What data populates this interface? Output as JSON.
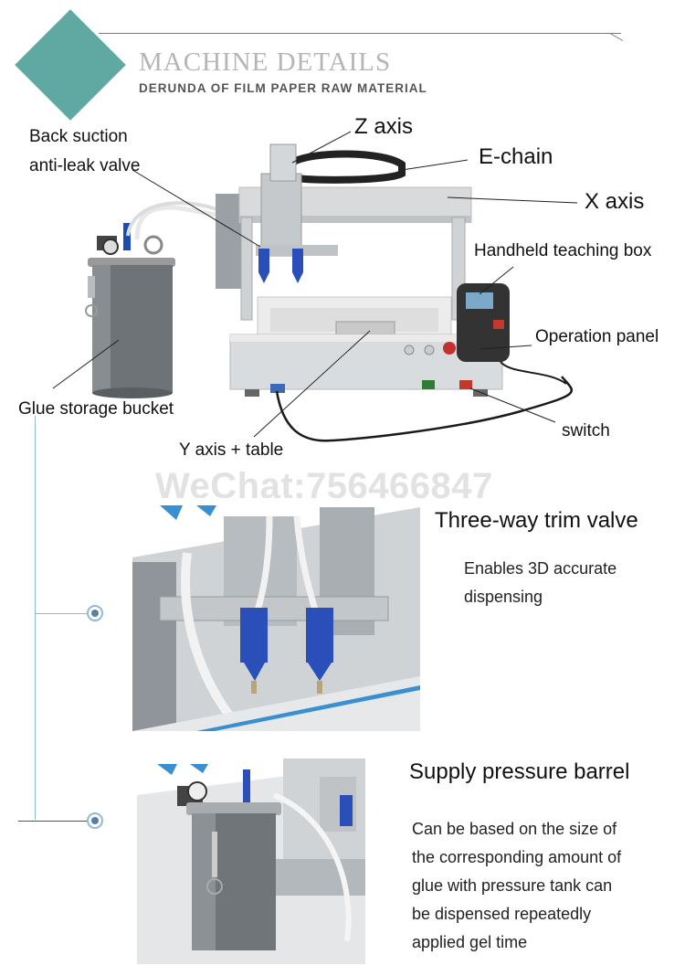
{
  "header": {
    "title": "MACHINE DETAILS",
    "subtitle": "DERUNDA OF FILM PAPER RAW MATERIAL"
  },
  "callouts": {
    "back_suction_line1": "Back suction",
    "back_suction_line2": "anti-leak valve",
    "z_axis": "Z axis",
    "e_chain": "E-chain",
    "x_axis": "X axis",
    "handheld": "Handheld teaching box",
    "operation_panel": "Operation panel",
    "glue_bucket": "Glue storage bucket",
    "switch": "switch",
    "y_axis": "Y axis + table"
  },
  "watermark": "WeChat:756466847",
  "features": [
    {
      "title": "Three-way trim valve",
      "desc_lines": [
        "Enables 3D accurate",
        "dispensing"
      ]
    },
    {
      "title": "Supply pressure barrel",
      "desc_lines": [
        "Can be based on the size of",
        "the corresponding amount of",
        "glue with pressure tank can",
        "be dispensed repeatedly",
        "applied gel time"
      ]
    }
  ],
  "colors": {
    "accent_teal": "#5fa9a2",
    "accent_blue": "#4a90c8",
    "valve_blue": "#2a4fb8"
  }
}
